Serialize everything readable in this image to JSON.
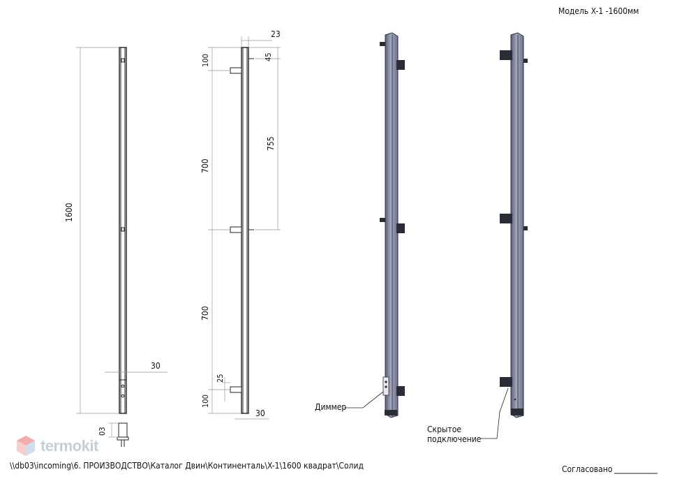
{
  "title": "Модель X-1 -1600мм",
  "dimensions": {
    "total_height": "1600",
    "width_front": "30",
    "depth_top": "23",
    "offset_45": "45",
    "top_100": "100",
    "span_700_a": "700",
    "span_755": "755",
    "span_700_b": "700",
    "bottom_100": "100",
    "offset_25": "25",
    "width_side": "30",
    "detail_03": "03"
  },
  "callouts": {
    "dimmer": "Диммер",
    "hidden_line1": "Скрытое",
    "hidden_line2": "подключение"
  },
  "footer": {
    "path": "\\\\db03\\incoming\\6. ПРОИЗВОДСТВО\\Каталог Двин\\Континенталь\\X-1\\1600 квадрат\\Солид",
    "approved": "Согласовано"
  },
  "logo": {
    "text": "termokit",
    "icon": "house-cube-icon"
  },
  "colors": {
    "metal": "#8e95ad",
    "metal_dark": "#4a4f66",
    "bracket": "#2b2d36",
    "line": "#333333"
  }
}
